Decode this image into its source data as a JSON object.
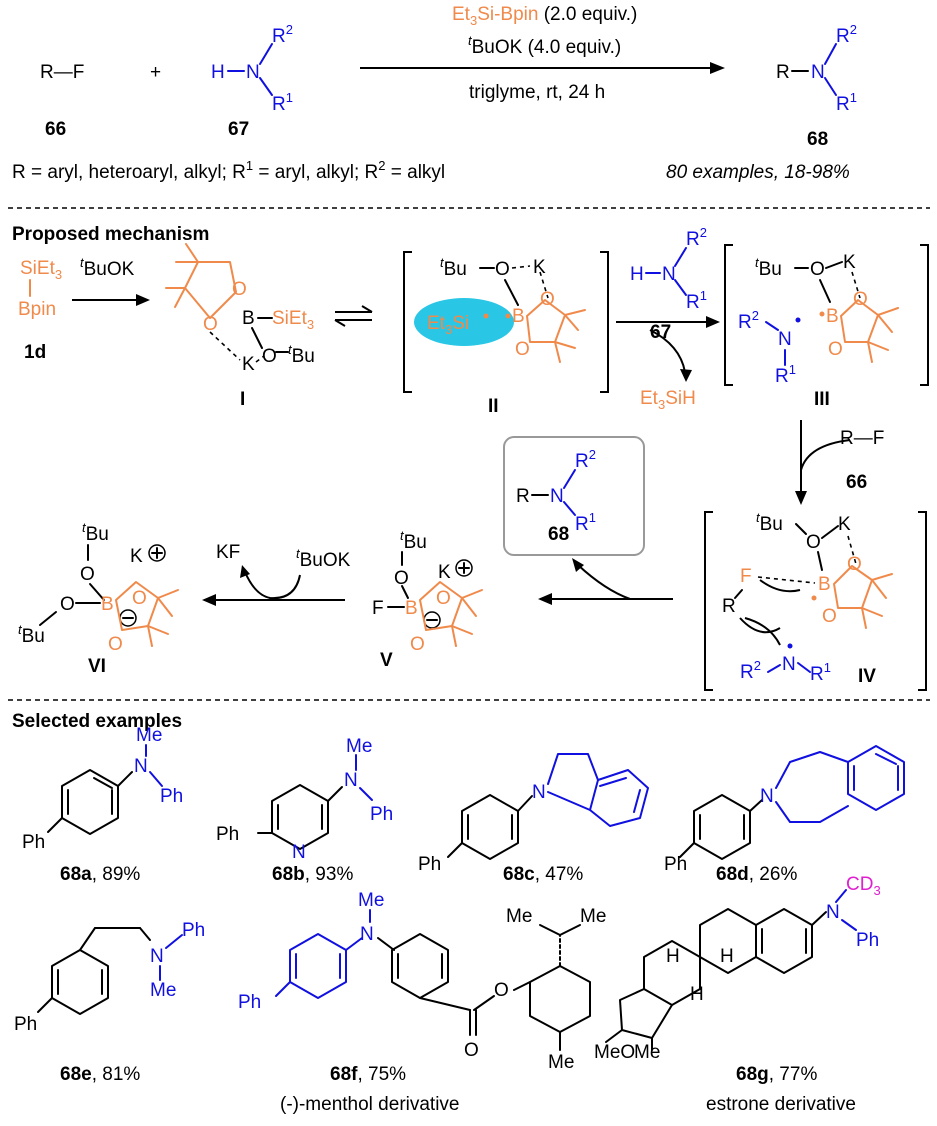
{
  "top_reaction": {
    "reactant1": "R—F",
    "plus": "+",
    "amine_H": "H",
    "amine_N": "N",
    "amine_R2": "R",
    "amine_R1": "R",
    "sup2": "2",
    "sup1": "1",
    "reagent1_pre": "Et",
    "reagent1_sub": "3",
    "reagent1_post": "Si-Bpin",
    "reagent1_equiv": "(2.0 equiv.)",
    "reagent2_sup": "t",
    "reagent2": "BuOK (4.0 equiv.)",
    "conditions": "triglyme, rt, 24 h",
    "product_R": "R",
    "product_N": "N",
    "label_66": "66",
    "label_67": "67",
    "label_68": "68",
    "scope_text_a": "R = aryl, heteroaryl, alkyl; R",
    "scope_text_b": " = aryl, alkyl; R",
    "scope_text_c": " = alkyl",
    "examples": "80 examples, 18-98%"
  },
  "mechanism": {
    "heading": "Proposed mechanism",
    "sm_top": "SiEt",
    "sm_sub": "3",
    "sm_bottom": "Bpin",
    "sm_label": "1d",
    "reagent_sup": "t",
    "reagent": "BuOK",
    "I_label": "I",
    "II_label": "II",
    "III_label": "III",
    "IV_label": "IV",
    "V_label": "V",
    "VI_label": "VI",
    "et3si": "Et",
    "et3si_sub": "3",
    "et3si_end": "Si",
    "et3sih": "SiH",
    "tbu": "Bu",
    "t": "t",
    "K": "K",
    "O": "O",
    "B": "B",
    "F": "F",
    "R": "R",
    "N": "N",
    "H": "H",
    "KF": "KF",
    "sieth3": "SiEt",
    "label_66": "66",
    "label_67": "67",
    "label_68": "68"
  },
  "examples_section": {
    "heading": "Selected examples",
    "items": [
      {
        "id": "68a",
        "yield": ", 89%"
      },
      {
        "id": "68b",
        "yield": ", 93%"
      },
      {
        "id": "68c",
        "yield": ", 47%"
      },
      {
        "id": "68d",
        "yield": ", 26%"
      },
      {
        "id": "68e",
        "yield": ", 81%"
      },
      {
        "id": "68f",
        "yield": ", 75%",
        "note": "(-)-menthol derivative"
      },
      {
        "id": "68g",
        "yield": ", 77%",
        "note": "estrone derivative"
      }
    ],
    "Me": "Me",
    "Ph": "Ph",
    "N": "N",
    "O": "O",
    "H": "H",
    "MeO": "MeO",
    "CD": "CD",
    "CD_sub": "3"
  },
  "colors": {
    "blue": "#1010e0",
    "orange": "#f08a4b",
    "magenta": "#e020d0",
    "cyan": "#29c6e6"
  }
}
